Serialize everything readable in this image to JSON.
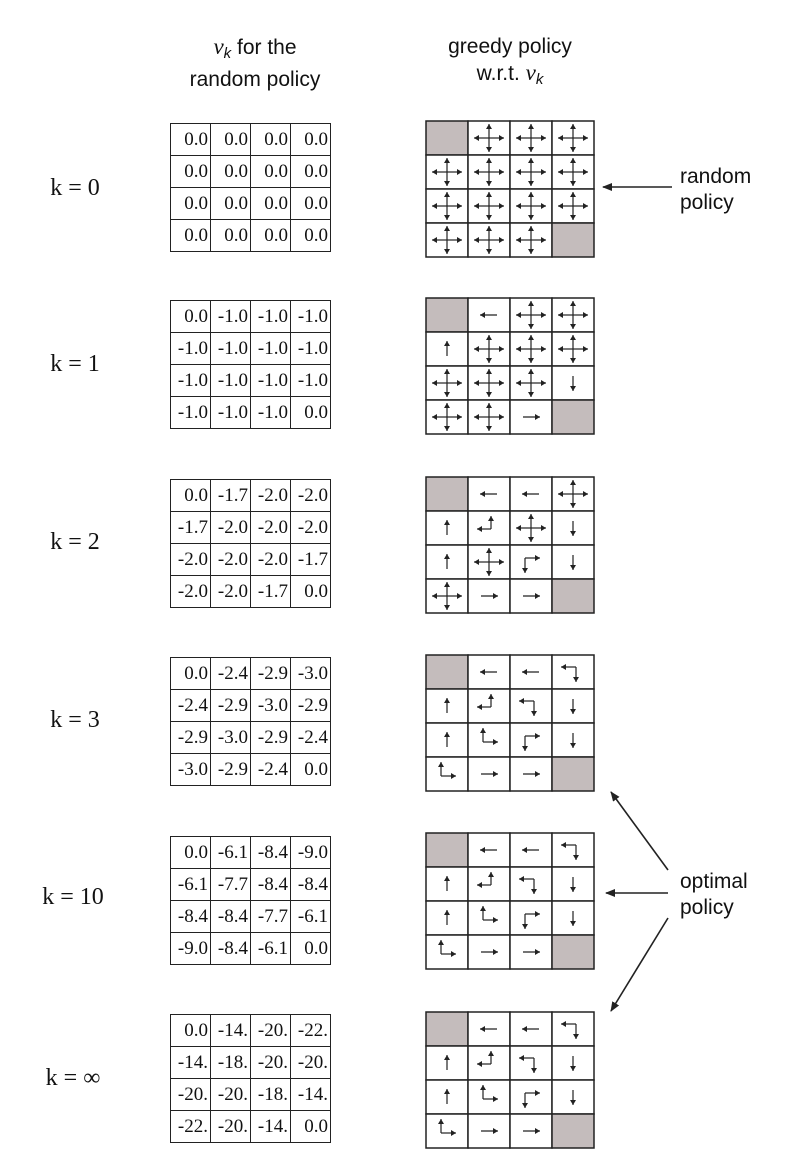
{
  "headers": {
    "value_left": "v",
    "value_sub": "k",
    "value_right": " for the",
    "value_line2": "random policy",
    "greedy_line1": "greedy policy",
    "greedy_line2_prefix": "w.r.t. ",
    "greedy_math": "v",
    "greedy_sub": "k"
  },
  "rows": [
    {
      "k_label": "k = 0",
      "values": [
        [
          "0.0",
          "0.0",
          "0.0",
          "0.0"
        ],
        [
          "0.0",
          "0.0",
          "0.0",
          "0.0"
        ],
        [
          "0.0",
          "0.0",
          "0.0",
          "0.0"
        ],
        [
          "0.0",
          "0.0",
          "0.0",
          "0.0"
        ]
      ],
      "policy": [
        [
          "T",
          "URDL",
          "URDL",
          "URDL"
        ],
        [
          "URDL",
          "URDL",
          "URDL",
          "URDL"
        ],
        [
          "URDL",
          "URDL",
          "URDL",
          "URDL"
        ],
        [
          "URDL",
          "URDL",
          "URDL",
          "T"
        ]
      ]
    },
    {
      "k_label": "k = 1",
      "values": [
        [
          "0.0",
          "-1.0",
          "-1.0",
          "-1.0"
        ],
        [
          "-1.0",
          "-1.0",
          "-1.0",
          "-1.0"
        ],
        [
          "-1.0",
          "-1.0",
          "-1.0",
          "-1.0"
        ],
        [
          "-1.0",
          "-1.0",
          "-1.0",
          "0.0"
        ]
      ],
      "policy": [
        [
          "T",
          "L",
          "URDL",
          "URDL"
        ],
        [
          "U",
          "URDL",
          "URDL",
          "URDL"
        ],
        [
          "URDL",
          "URDL",
          "URDL",
          "D"
        ],
        [
          "URDL",
          "URDL",
          "R",
          "T"
        ]
      ]
    },
    {
      "k_label": "k = 2",
      "values": [
        [
          "0.0",
          "-1.7",
          "-2.0",
          "-2.0"
        ],
        [
          "-1.7",
          "-2.0",
          "-2.0",
          "-2.0"
        ],
        [
          "-2.0",
          "-2.0",
          "-2.0",
          "-1.7"
        ],
        [
          "-2.0",
          "-2.0",
          "-1.7",
          "0.0"
        ]
      ],
      "policy": [
        [
          "T",
          "L",
          "L",
          "URDL"
        ],
        [
          "U",
          "UL",
          "URDL",
          "D"
        ],
        [
          "U",
          "URDL",
          "RD",
          "D"
        ],
        [
          "URDL",
          "R",
          "R",
          "T"
        ]
      ]
    },
    {
      "k_label": "k = 3",
      "values": [
        [
          "0.0",
          "-2.4",
          "-2.9",
          "-3.0"
        ],
        [
          "-2.4",
          "-2.9",
          "-3.0",
          "-2.9"
        ],
        [
          "-2.9",
          "-3.0",
          "-2.9",
          "-2.4"
        ],
        [
          "-3.0",
          "-2.9",
          "-2.4",
          "0.0"
        ]
      ],
      "policy": [
        [
          "T",
          "L",
          "L",
          "LD"
        ],
        [
          "U",
          "UL",
          "LD",
          "D"
        ],
        [
          "U",
          "UR",
          "RD",
          "D"
        ],
        [
          "UR",
          "R",
          "R",
          "T"
        ]
      ]
    },
    {
      "k_label": "k = 10",
      "values": [
        [
          "0.0",
          "-6.1",
          "-8.4",
          "-9.0"
        ],
        [
          "-6.1",
          "-7.7",
          "-8.4",
          "-8.4"
        ],
        [
          "-8.4",
          "-8.4",
          "-7.7",
          "-6.1"
        ],
        [
          "-9.0",
          "-8.4",
          "-6.1",
          "0.0"
        ]
      ],
      "policy": [
        [
          "T",
          "L",
          "L",
          "LD"
        ],
        [
          "U",
          "UL",
          "LD",
          "D"
        ],
        [
          "U",
          "UR",
          "RD",
          "D"
        ],
        [
          "UR",
          "R",
          "R",
          "T"
        ]
      ]
    },
    {
      "k_label": "k = ∞",
      "values": [
        [
          "0.0",
          "-14.",
          "-20.",
          "-22."
        ],
        [
          "-14.",
          "-18.",
          "-20.",
          "-20."
        ],
        [
          "-20.",
          "-20.",
          "-18.",
          "-14."
        ],
        [
          "-22.",
          "-20.",
          "-14.",
          "0.0"
        ]
      ],
      "policy": [
        [
          "T",
          "L",
          "L",
          "LD"
        ],
        [
          "U",
          "UL",
          "LD",
          "D"
        ],
        [
          "U",
          "UR",
          "RD",
          "D"
        ],
        [
          "UR",
          "R",
          "R",
          "T"
        ]
      ]
    }
  ],
  "side_labels": {
    "random_line1": "random",
    "random_line2": "policy",
    "optimal_line1": "optimal",
    "optimal_line2": "policy"
  },
  "colors": {
    "terminal_fill": "#c4bcbc",
    "line": "#222222"
  }
}
